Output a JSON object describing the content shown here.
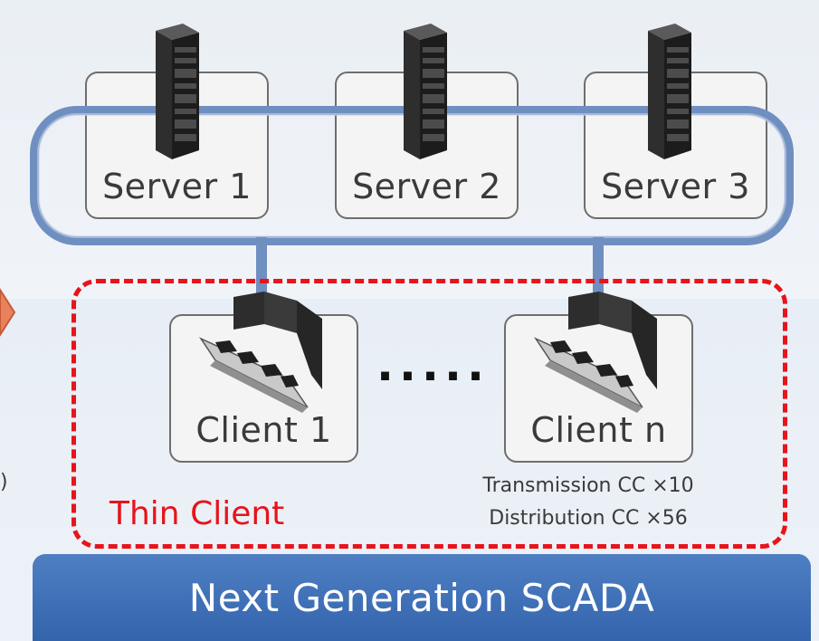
{
  "servers": [
    {
      "label": "Server 1"
    },
    {
      "label": "Server 2"
    },
    {
      "label": "Server 3"
    }
  ],
  "clients": [
    {
      "label": "Client 1"
    },
    {
      "label": "Client n"
    }
  ],
  "ellipsis": ".....",
  "region_label": "Thin Client",
  "specs": [
    "Transmission CC ×10",
    "Distribution CC ×56"
  ],
  "banner": "Next Generation SCADA",
  "edge_text": ")",
  "colors": {
    "ring": "#6f8fc1",
    "dashed_border": "#e8131b",
    "banner": "#3e6fb6",
    "card_border": "#6e6e6e"
  },
  "icons": {
    "server": "server-rack-icon",
    "client": "control-console-icon"
  }
}
